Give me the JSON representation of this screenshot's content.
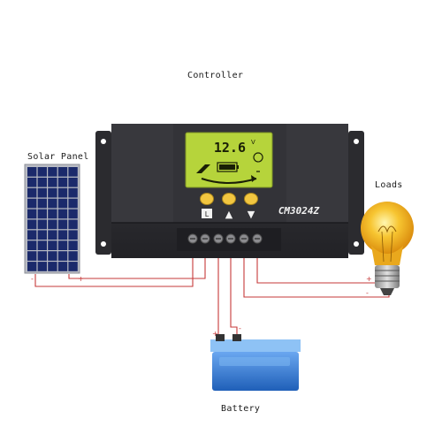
{
  "labels": {
    "controller": "Controller",
    "solar_panel": "Solar Panel",
    "loads": "Loads",
    "battery": "Battery"
  },
  "controller": {
    "model": "CM3024Z",
    "lcd_reading": "12.6",
    "lcd_unit": "V",
    "button_glyphs": [
      "L",
      "▲",
      "▼"
    ]
  },
  "polarity": {
    "panel_negative": "-",
    "panel_positive": "+",
    "battery_positive": "+",
    "battery_negative": "-",
    "load_negative": "-",
    "load_positive": "+"
  },
  "colors": {
    "body": "#2f2f33",
    "lcd": "#b6d43b",
    "button": "#f2c640",
    "wire": "#c63a3a",
    "battery": "#3a7ed8",
    "bulb": "#f7c531",
    "panel": "#1b2a6b"
  }
}
